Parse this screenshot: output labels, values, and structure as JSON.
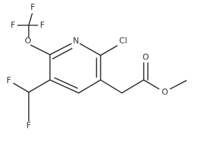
{
  "labels": {
    "F1": "F",
    "F2": "F",
    "F3": "F",
    "O1": "O",
    "N": "N",
    "Cl": "Cl",
    "F4": "F",
    "F5": "F",
    "O2": "O",
    "O3": "O"
  }
}
